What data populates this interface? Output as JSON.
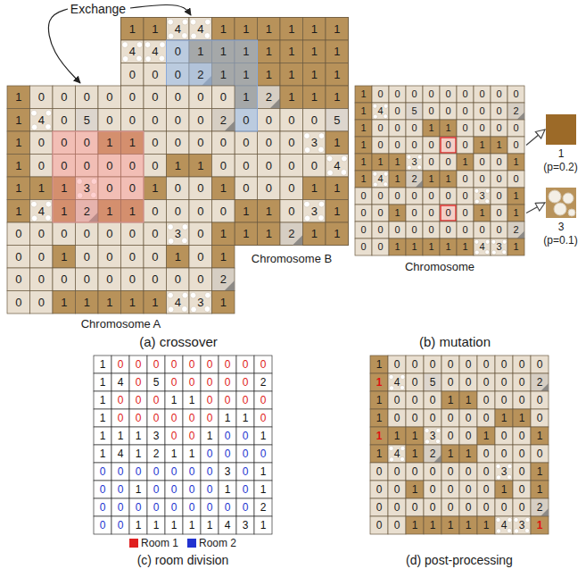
{
  "diagram": {
    "labels": [
      "Exchange",
      "1",
      "0",
      "0",
      "0",
      "0",
      "0",
      "0",
      "0",
      "0",
      "0",
      "1",
      "4",
      "0",
      "5",
      "0",
      "0",
      "0",
      "0",
      "0",
      "2",
      "1",
      "0",
      "0",
      "0",
      "1",
      "1",
      "0",
      "0",
      "0",
      "0",
      "1",
      "0",
      "0",
      "0",
      "0",
      "0",
      "0",
      "1",
      "1",
      "0",
      "1",
      "1",
      "1",
      "3",
      "0",
      "0",
      "1",
      "0",
      "0",
      "1",
      "1",
      "4",
      "1",
      "2",
      "1",
      "1",
      "0",
      "0",
      "0",
      "0",
      "0",
      "0",
      "0",
      "0",
      "0",
      "0",
      "0",
      "3",
      "0",
      "1",
      "0",
      "0",
      "1",
      "0",
      "0",
      "0",
      "0",
      "1",
      "0",
      "1",
      "0",
      "0",
      "0",
      "0",
      "0",
      "0",
      "0",
      "0",
      "0",
      "2",
      "0",
      "0",
      "1",
      "1",
      "1",
      "1",
      "1",
      "4",
      "3",
      "1",
      "1",
      "1",
      "4",
      "4",
      "1",
      "1",
      "1",
      "1",
      "1",
      "1",
      "4",
      "4",
      "0",
      "1",
      "1",
      "1",
      "1",
      "1",
      "1",
      "1",
      "0",
      "0",
      "0",
      "2",
      "1",
      "1",
      "1",
      "1",
      "1",
      "1",
      "1",
      "2",
      "1",
      "1",
      "1",
      "0",
      "0",
      "0",
      "0",
      "5",
      "0",
      "0",
      "0",
      "3",
      "1",
      "0",
      "0",
      "0",
      "0",
      "4",
      "0",
      "0",
      "0",
      "1",
      "1",
      "1",
      "1",
      "0",
      "3",
      "1",
      "1",
      "1",
      "2",
      "1",
      "1",
      "Chromosome A",
      "Chromosome B",
      "(a) crossover",
      "1",
      "0",
      "0",
      "0",
      "0",
      "0",
      "0",
      "0",
      "0",
      "0",
      "1",
      "4",
      "0",
      "5",
      "0",
      "0",
      "0",
      "0",
      "0",
      "2",
      "1",
      "0",
      "0",
      "0",
      "1",
      "1",
      "0",
      "0",
      "0",
      "0",
      "1",
      "0",
      "0",
      "0",
      "0",
      "0",
      "0",
      "1",
      "1",
      "0",
      "1",
      "1",
      "1",
      "3",
      "0",
      "0",
      "1",
      "0",
      "0",
      "1",
      "1",
      "4",
      "1",
      "2",
      "1",
      "1",
      "0",
      "0",
      "0",
      "0",
      "0",
      "0",
      "0",
      "0",
      "0",
      "0",
      "0",
      "3",
      "0",
      "1",
      "0",
      "0",
      "1",
      "0",
      "0",
      "0",
      "0",
      "1",
      "0",
      "1",
      "0",
      "0",
      "0",
      "0",
      "0",
      "0",
      "0",
      "0",
      "0",
      "2",
      "0",
      "0",
      "1",
      "1",
      "1",
      "1",
      "1",
      "4",
      "3",
      "1",
      "Chromosome",
      "1",
      "(p=0.2)",
      "3",
      "(p=0.1)",
      "(b) mutation",
      "1",
      "0",
      "0",
      "0",
      "0",
      "0",
      "0",
      "0",
      "0",
      "0",
      "1",
      "4",
      "0",
      "5",
      "0",
      "0",
      "0",
      "0",
      "0",
      "2",
      "1",
      "0",
      "0",
      "0",
      "1",
      "1",
      "0",
      "0",
      "0",
      "0",
      "1",
      "0",
      "0",
      "0",
      "0",
      "0",
      "0",
      "1",
      "1",
      "0",
      "1",
      "1",
      "1",
      "3",
      "0",
      "0",
      "1",
      "0",
      "0",
      "1",
      "1",
      "4",
      "1",
      "2",
      "1",
      "1",
      "0",
      "0",
      "0",
      "0",
      "0",
      "0",
      "0",
      "0",
      "0",
      "0",
      "0",
      "3",
      "0",
      "1",
      "0",
      "0",
      "1",
      "0",
      "0",
      "0",
      "0",
      "1",
      "0",
      "1",
      "0",
      "0",
      "0",
      "0",
      "0",
      "0",
      "0",
      "0",
      "0",
      "2",
      "0",
      "0",
      "1",
      "1",
      "1",
      "1",
      "1",
      "4",
      "3",
      "1",
      "(c) room division",
      "1",
      "0",
      "0",
      "0",
      "0",
      "0",
      "0",
      "0",
      "0",
      "0",
      "1",
      "4",
      "0",
      "5",
      "0",
      "0",
      "0",
      "0",
      "0",
      "2",
      "1",
      "0",
      "0",
      "0",
      "1",
      "1",
      "0",
      "0",
      "0",
      "0",
      "1",
      "0",
      "0",
      "0",
      "0",
      "0",
      "0",
      "1",
      "1",
      "0",
      "1",
      "1",
      "1",
      "3",
      "0",
      "0",
      "1",
      "0",
      "0",
      "1",
      "1",
      "4",
      "1",
      "2",
      "1",
      "1",
      "0",
      "0",
      "0",
      "0",
      "0",
      "0",
      "0",
      "0",
      "0",
      "0",
      "0",
      "3",
      "0",
      "1",
      "0",
      "0",
      "1",
      "0",
      "0",
      "0",
      "0",
      "1",
      "0",
      "1",
      "0",
      "0",
      "0",
      "0",
      "0",
      "0",
      "0",
      "0",
      "0",
      "2",
      "0",
      "0",
      "1",
      "1",
      "1",
      "1",
      "1",
      "4",
      "3",
      "1",
      "(d) post-processing"
    ],
    "legend": [
      {
        "text": "Room 1",
        "color": "#e02020"
      },
      {
        "text": "Room 2",
        "color": "#2233d0"
      }
    ]
  }
}
